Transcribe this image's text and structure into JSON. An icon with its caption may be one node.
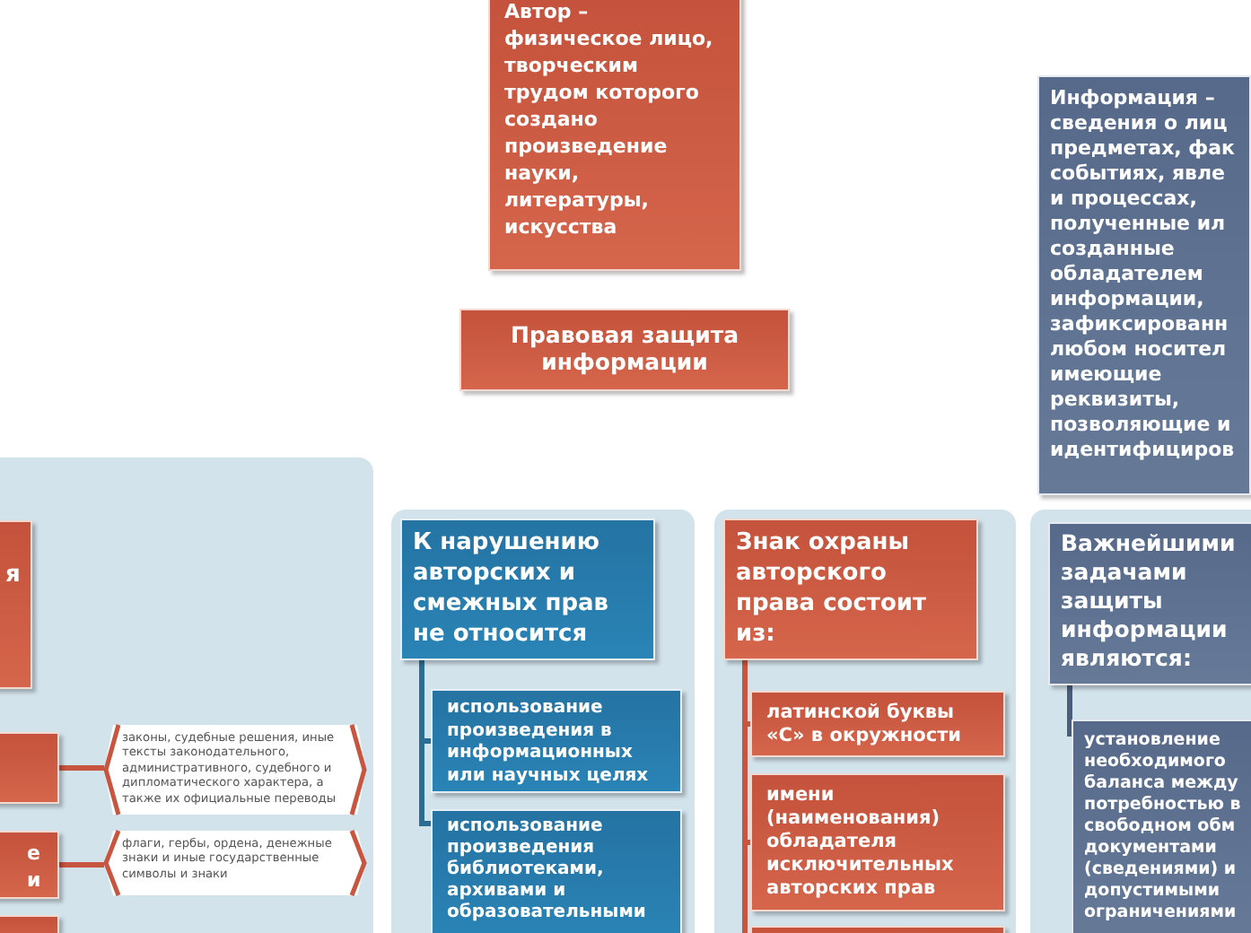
{
  "diagram": {
    "nodes": [
      {
        "text": [
          "Автор – физическое лицо, творческим трудом которого создано произведение науки, литературы, искусства"
        ]
      },
      {
        "text": [
          "Правовая защита информации"
        ]
      },
      {
        "text": [
          "Информация – сведения о лиц предметах, фак событиях, явле и процессах, полученные ил созданные обладателем информации, зафиксированн любом носител имеющие реквизиты, позволяющие и идентифициров"
        ]
      },
      {
        "text": [],
        "shape": "box"
      },
      {
        "text": [
          "я"
        ],
        "in": 3
      },
      {
        "text": [],
        "shape": "box",
        "in": 3
      },
      {
        "text": [
          "законы, судебные решения, иные тексты законодательного, административного, судебного и дипломатического характера, а также их официальные переводы"
        ],
        "in": 3
      },
      {
        "text": [
          "е и"
        ],
        "in": 3
      },
      {
        "text": [
          "флаги, гербы, ордена, денежные знаки и иные государственные символы и знаки"
        ],
        "in": 3
      },
      {
        "text": [],
        "shape": "box",
        "in": 3
      },
      {
        "text": [],
        "shape": "box"
      },
      {
        "text": [
          "К нарушению авторских и смежных прав не относится"
        ],
        "in": 10
      },
      {
        "text": [
          "использование произведения в информационных или научных целях"
        ],
        "in": 10
      },
      {
        "text": [
          "использование произведения библиотеками, архивами и образовательными"
        ],
        "in": 10
      },
      {
        "text": [],
        "shape": "box"
      },
      {
        "text": [
          "Знак охраны авторского права состоит из:"
        ],
        "in": 14
      },
      {
        "text": [
          "латинской буквы «С» в окружности"
        ],
        "in": 14
      },
      {
        "text": [
          "имени (наименования) обладателя исключительных авторских прав"
        ],
        "in": 14
      },
      {
        "text": [],
        "shape": "box",
        "in": 14
      },
      {
        "text": [],
        "shape": "box"
      },
      {
        "text": [
          "Важнейшими задачами защиты информации являются:"
        ],
        "in": 19
      },
      {
        "text": [
          "установление необходимого баланса между потребностью в свободном обм документами (сведениями) и допустимыми ограничениями"
        ],
        "in": 19
      }
    ],
    "edges": [
      {
        "from": 5,
        "to": 6,
        "arrow": "none"
      },
      {
        "from": 7,
        "to": 8,
        "arrow": "none"
      },
      {
        "from": 11,
        "to": 12,
        "arrow": "none",
        "color": "#2c6d94"
      },
      {
        "from": 11,
        "to": 13,
        "arrow": "none",
        "color": "#2c6d94"
      },
      {
        "from": 15,
        "to": 16,
        "arrow": "none"
      },
      {
        "from": 15,
        "to": 17,
        "arrow": "none"
      },
      {
        "from": 15,
        "to": 18,
        "arrow": "none"
      },
      {
        "from": 20,
        "to": 21,
        "arrow": "none",
        "color": "#4a5d7c"
      }
    ]
  }
}
